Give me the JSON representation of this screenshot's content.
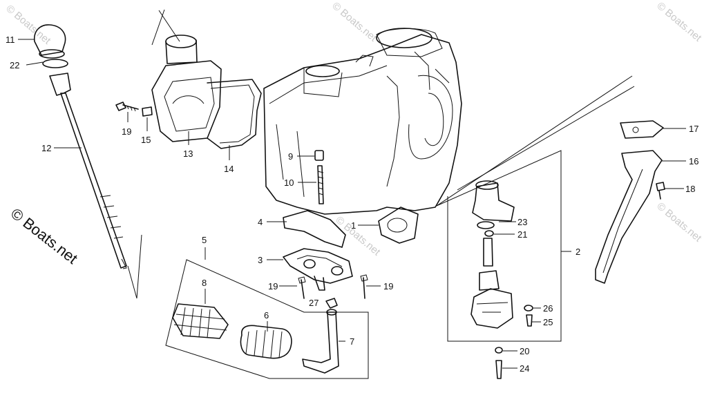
{
  "watermarks": {
    "corner": "© Boats.net",
    "side": "© Boats.net"
  },
  "labels": {
    "p1": "1",
    "p2": "2",
    "p3": "3",
    "p4": "4",
    "p5": "5",
    "p6": "6",
    "p7": "7",
    "p8": "8",
    "p9": "9",
    "p10": "10",
    "p11": "11",
    "p12": "12",
    "p13": "13",
    "p14": "14",
    "p15": "15",
    "p16": "16",
    "p17": "17",
    "p18": "18",
    "p19a": "19",
    "p19b": "19",
    "p19c": "19",
    "p20": "20",
    "p21": "21",
    "p22": "22",
    "p23": "23",
    "p24": "24",
    "p25": "25",
    "p26": "26",
    "p27": "27"
  }
}
